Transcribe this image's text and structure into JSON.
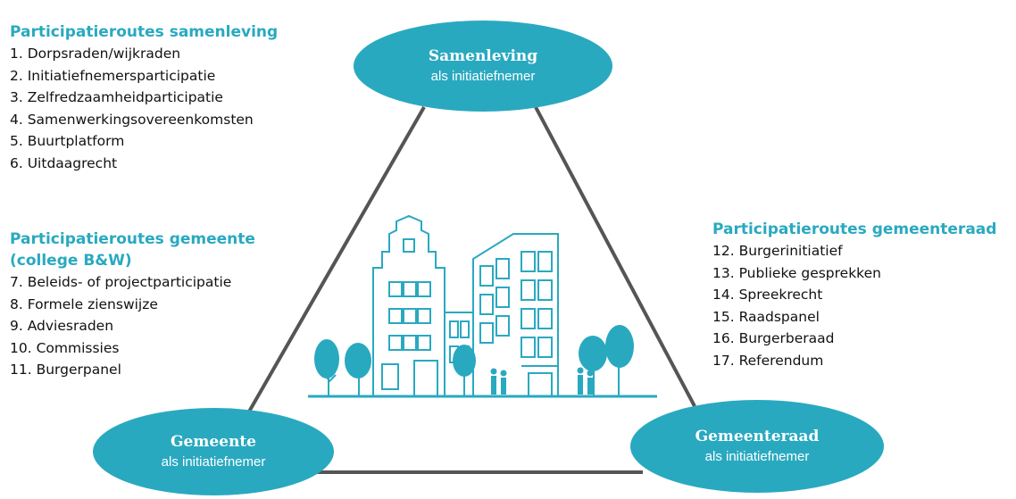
{
  "nodes": {
    "samenleving": {
      "title": "Samenleving",
      "subtitle": "als initiatiefnemer"
    },
    "gemeente": {
      "title": "Gemeente",
      "subtitle": "als initiatiefnemer"
    },
    "gemeenteraad": {
      "title": "Gemeenteraad",
      "subtitle": "als initiatiefnemer"
    }
  },
  "groups": {
    "samenleving": {
      "title": "Participatieroutes samenleving",
      "items": [
        "1. Dorpsraden/wijkraden",
        "2. Initiatiefnemersparticipatie",
        "3. Zelfredzaamheidparticipatie",
        "4. Samenwerkingsovereenkomsten",
        "5. Buurtplatform",
        "6. Uitdaagrecht"
      ]
    },
    "gemeente": {
      "title_line1": "Participatieroutes gemeente",
      "title_line2": "(college B&W)",
      "items": [
        "7. Beleids- of projectparticipatie",
        "8. Formele zienswijze",
        "9. Adviesraden",
        "10. Commissies",
        "11. Burgerpanel"
      ]
    },
    "gemeenteraad": {
      "title": "Participatieroutes gemeenteraad",
      "items": [
        "12. Burgerinitiatief",
        "13. Publieke gesprekken",
        "14. Spreekrecht",
        "15. Raadspanel",
        "16. Burgerberaad",
        "17. Referendum"
      ]
    }
  },
  "colors": {
    "accent": "#29a9c0",
    "edge": "#555555",
    "text": "#111111"
  },
  "icons": {
    "center": "city-buildings-illustration"
  }
}
